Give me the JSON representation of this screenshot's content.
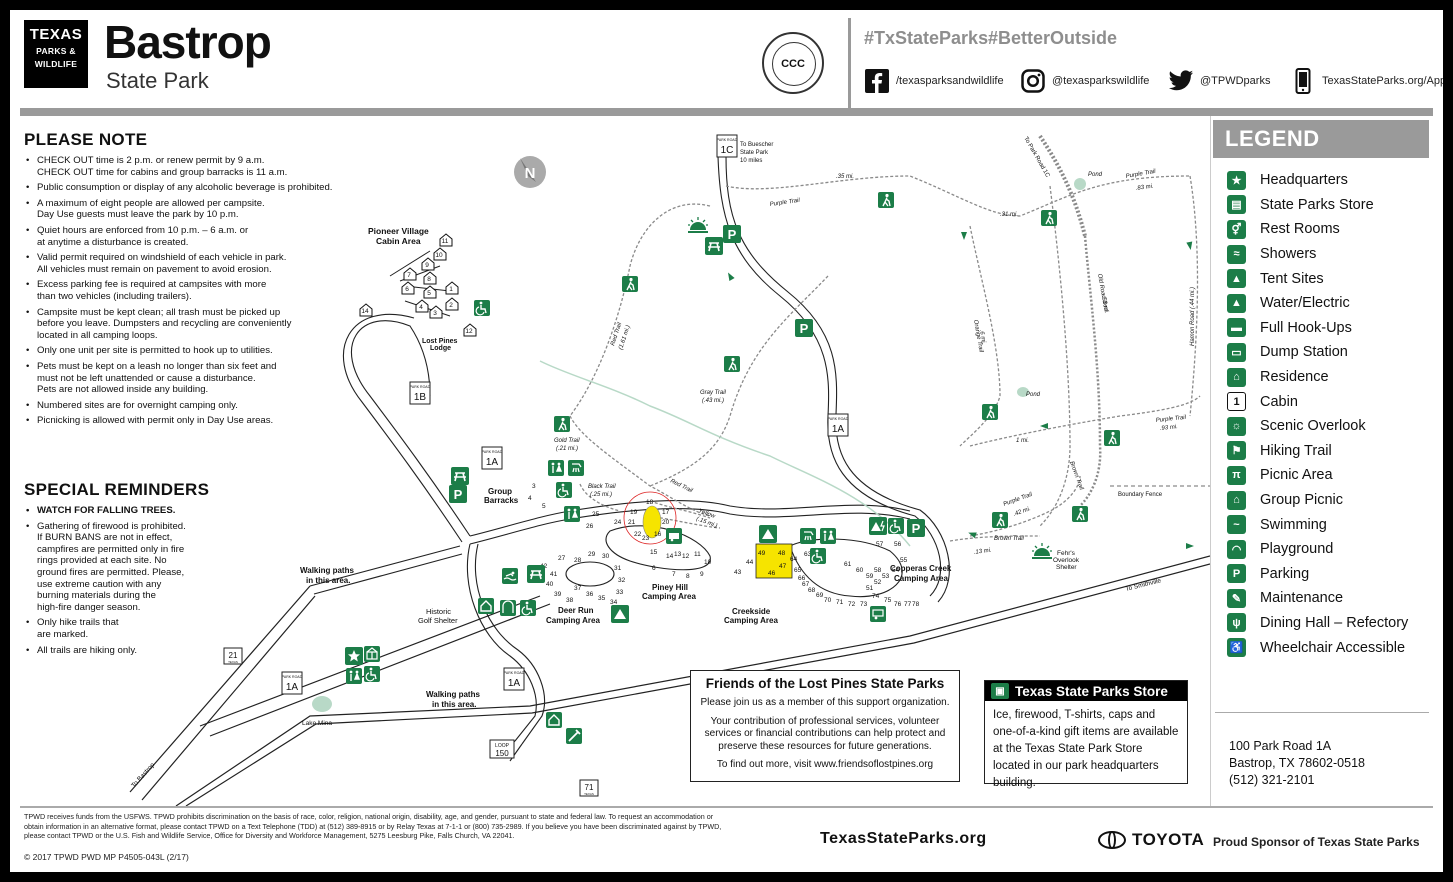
{
  "header": {
    "logo_lines": [
      "TEXAS",
      "PARKS &",
      "WILDLIFE"
    ],
    "park_name": "Bastrop",
    "park_type": "State Park",
    "seal_text": "CCC",
    "hashtags": [
      "#TxStateParks",
      "#BetterOutside"
    ],
    "social": [
      {
        "icon": "facebook-icon",
        "text": "/texasparksandwildlife"
      },
      {
        "icon": "instagram-icon",
        "text": "@texasparkswildlife"
      },
      {
        "icon": "twitter-icon",
        "text": "@TPWDparks"
      },
      {
        "icon": "phone-icon",
        "text": "TexasStateParks.org/App"
      }
    ]
  },
  "please_note": {
    "title": "PLEASE NOTE",
    "items": [
      "CHECK OUT time is 2 p.m. or renew permit by 9 a.m.\nCHECK OUT time for cabins and group barracks is 11 a.m.",
      "Public consumption or display of any alcoholic beverage is prohibited.",
      "A maximum of eight people are allowed per campsite.\nDay Use guests must leave the park by 10 p.m.",
      "Quiet hours are enforced from 10 p.m. – 6 a.m. or\nat anytime a disturbance is created.",
      "Valid permit required on windshield of each vehicle in park.\nAll vehicles must remain on pavement to avoid erosion.",
      "Excess parking fee is required at campsites with more\nthan two vehicles (including trailers).",
      "Campsite must be kept clean; all trash must be picked up\nbefore you leave.  Dumpsters and recycling are conveniently\nlocated in all camping loops.",
      "Only one unit per site is permitted to hook up to utilities.",
      "Pets must be kept on a leash no longer than six feet and\nmust not be left unattended or cause a disturbance.\nPets are not allowed inside any building.",
      "Numbered sites are for overnight camping only.",
      "Picnicking is allowed with permit only in Day Use areas."
    ]
  },
  "special_reminders": {
    "title": "SPECIAL REMINDERS",
    "items": [
      "WATCH FOR FALLING TREES.",
      "Gathering of firewood is prohibited.\nIf BURN BANS are not in effect,\ncampfires are permitted only in fire\nrings provided at each site.  No\nground fires are permitted.  Please,\nuse extreme caution with any\nburning materials during the\nhigh-fire danger season.",
      "Only hike trails that\nare marked.",
      "All trails are hiking only."
    ]
  },
  "map": {
    "compass": "N",
    "areas": {
      "pioneer": "Pioneer Village",
      "pioneer2": "Cabin Area",
      "lodge1": "Lost Pines",
      "lodge2": "Lodge",
      "barracks1": "Group",
      "barracks2": "Barracks",
      "deer1": "Deer Run",
      "deer2": "Camping Area",
      "piney1": "Piney Hill",
      "piney2": "Camping Area",
      "creekside1": "Creekside",
      "creekside2": "Camping Area",
      "copperas1": "Copperas Creek",
      "copperas2": "Camping Area",
      "golf1": "Historic",
      "golf2": "Golf Shelter",
      "walk_a1": "Walking paths",
      "walk_a2": "in this area.",
      "walk_b1": "Walking paths",
      "walk_b2": "in this area.",
      "lake": "Lake Mina",
      "fehr1": "Fehr's",
      "fehr2": "Overlook",
      "fehr3": "Shelter",
      "pond1": "Pond",
      "pond2": "Pond",
      "boundary": "Boundary Fence",
      "buescher1": "To Buescher",
      "buescher2": "State Park",
      "buescher3": "10 miles",
      "to_bastrop": "To Bastrop",
      "to_smithville": "To Smithville",
      "to_pr1c": "To Park Road 1C"
    },
    "roads": {
      "pr1c_top": "PARK ROAD",
      "pr1c_num": "1C",
      "pr1b_top": "PARK ROAD",
      "pr1b_num": "1B",
      "pr1a_1_top": "PARK ROAD",
      "pr1a_1_num": "1A",
      "pr1a_2_top": "PARK ROAD",
      "pr1a_2_num": "1A",
      "pr1a_3_top": "PARK ROAD",
      "pr1a_3_num": "1A",
      "pr1a_4_top": "PARK ROAD",
      "pr1a_4_num": "1A",
      "loop150_top": "LOOP",
      "loop150_num": "150",
      "tx21": "21",
      "tx21_sub": "TEXAS",
      "tx71": "71",
      "tx71_sub": "TEXAS"
    },
    "trails": {
      "purple1": "Purple Trail",
      "purple2": "Purple Trail",
      "purple3": "Purple Trail",
      "purple4": "Purple Trail",
      "red1": "Red Trail",
      "red1_len": "(1.61 mi.)",
      "red2": "Red Trail",
      "gray": "Gray Trail",
      "gray_len": "(.43 mi.)",
      "gold": "Gold Trail",
      "gold_len": "(.21 mi.)",
      "black": "Black Trail",
      "black_len": "(.25 mi.)",
      "yellow": "Yellow",
      "yellow_len": "(.15 mi.)",
      "orange": "Orange Trail",
      "oldroad": "Old Road Bed",
      "hamon": "Hamon Road (.44 mi.)",
      "brown1": "Brown Trail",
      "brown2": "Brown Trail",
      "d35": ".35 mi.",
      "d31": ".31 mi.",
      "d83": ".83 mi.",
      "d6": ".6 mi.",
      "d51": ".51 mi.",
      "d1": "1 mi.",
      "d93": ".93 mi.",
      "d42": ".42 mi.",
      "d13": ".13 mi."
    },
    "site_numbers": {
      "pioneer": [
        "11",
        "10",
        "9",
        "8",
        "7",
        "6",
        "5",
        "1",
        "4",
        "3",
        "2",
        "12",
        "14"
      ],
      "deer_run": [
        "3",
        "4",
        "5",
        "25",
        "26",
        "27",
        "28",
        "29",
        "30",
        "31",
        "32",
        "33",
        "34",
        "35",
        "36",
        "37",
        "38",
        "39",
        "40",
        "41",
        "42"
      ],
      "piney_hill": [
        "17",
        "18",
        "19",
        "20",
        "21",
        "22",
        "23",
        "24",
        "15",
        "16",
        "14",
        "13",
        "12",
        "11",
        "10",
        "9",
        "8",
        "7",
        "6"
      ],
      "creekside_full": [
        "49",
        "48",
        "46",
        "47"
      ],
      "creekside": [
        "43",
        "44",
        "64",
        "65",
        "66",
        "67",
        "68",
        "69",
        "70",
        "71",
        "72",
        "73",
        "63",
        "62"
      ],
      "copperas": [
        "57",
        "56",
        "55",
        "54",
        "53",
        "52",
        "51",
        "61",
        "60",
        "59",
        "58",
        "74",
        "75",
        "76",
        "77",
        "78"
      ]
    }
  },
  "legend": {
    "title": "LEGEND",
    "items": [
      {
        "icon": "star-icon",
        "glyph": "★",
        "label": "Headquarters"
      },
      {
        "icon": "store-icon",
        "glyph": "▤",
        "label": "State Parks Store"
      },
      {
        "icon": "restroom-icon",
        "glyph": "⚥",
        "label": "Rest Rooms"
      },
      {
        "icon": "shower-icon",
        "glyph": "≈",
        "label": "Showers"
      },
      {
        "icon": "tent-icon",
        "glyph": "▲",
        "label": "Tent Sites"
      },
      {
        "icon": "water-electric-icon",
        "glyph": "▲",
        "label": "Water/Electric"
      },
      {
        "icon": "hookup-icon",
        "glyph": "▬",
        "label": "Full Hook-Ups"
      },
      {
        "icon": "dump-station-icon",
        "glyph": "▭",
        "label": "Dump Station"
      },
      {
        "icon": "residence-icon",
        "glyph": "⌂",
        "label": "Residence"
      },
      {
        "icon": "cabin-icon",
        "glyph": "1",
        "label": "Cabin"
      },
      {
        "icon": "scenic-overlook-icon",
        "glyph": "☼",
        "label": "Scenic Overlook"
      },
      {
        "icon": "hiking-icon",
        "glyph": "⚑",
        "label": "Hiking Trail"
      },
      {
        "icon": "picnic-icon",
        "glyph": "π",
        "label": "Picnic Area"
      },
      {
        "icon": "group-picnic-icon",
        "glyph": "⌂",
        "label": "Group Picnic"
      },
      {
        "icon": "swimming-icon",
        "glyph": "~",
        "label": "Swimming"
      },
      {
        "icon": "playground-icon",
        "glyph": "◠",
        "label": "Playground"
      },
      {
        "icon": "parking-icon",
        "glyph": "P",
        "label": "Parking"
      },
      {
        "icon": "maintenance-icon",
        "glyph": "✎",
        "label": "Maintenance"
      },
      {
        "icon": "dining-hall-icon",
        "glyph": "ψ",
        "label": "Dining Hall – Refectory"
      },
      {
        "icon": "wheelchair-icon",
        "glyph": "♿",
        "label": "Wheelchair Accessible"
      }
    ],
    "address": [
      "100 Park Road 1A",
      "Bastrop, TX 78602-0518",
      "(512) 321-2101"
    ]
  },
  "friends": {
    "title": "Friends of the Lost Pines State Parks",
    "line1": "Please join us as a member of this support organization.",
    "line2": "Your contribution of professional services, volunteer services or financial contributions can help protect and preserve these resources for future generations.",
    "line3": "To find out more, visit www.friendsoflostpines.org"
  },
  "store": {
    "title": "Texas State Parks Store",
    "text": "Ice, firewood, T-shirts, caps and one-of-a-kind gift items are available at the Texas State Park Store located in our park headquarters building."
  },
  "footer": {
    "disclaimer": "TPWD receives funds from the USFWS. TPWD prohibits discrimination on the basis of race, color, religion, national origin, disability, age, and gender, pursuant to state and federal law. To request an accommodation or obtain information in an alternative format, please contact TPWD on a Text Telephone (TDD) at (512) 389-8915 or by Relay Texas at 7-1-1 or (800) 735-2989. If you believe you have been discriminated against by TPWD, please contact TPWD or the U.S. Fish and Wildlife Service, Office for Diversity and Workforce Management, 5275 Leesburg Pike, Falls Church, VA 22041.",
    "code": "© 2017 TPWD   PWD MP P4505-043L (2/17)",
    "url": "TexasStateParks.org",
    "sponsor_brand": "TOYOTA",
    "sponsor_text": "Proud Sponsor of Texas State Parks"
  },
  "colors": {
    "icon_green": "#1c7d48",
    "header_gray": "#9a9a9a",
    "trail_gray": "#8a8a8a",
    "full_hookup_yellow": "#f6e400"
  }
}
